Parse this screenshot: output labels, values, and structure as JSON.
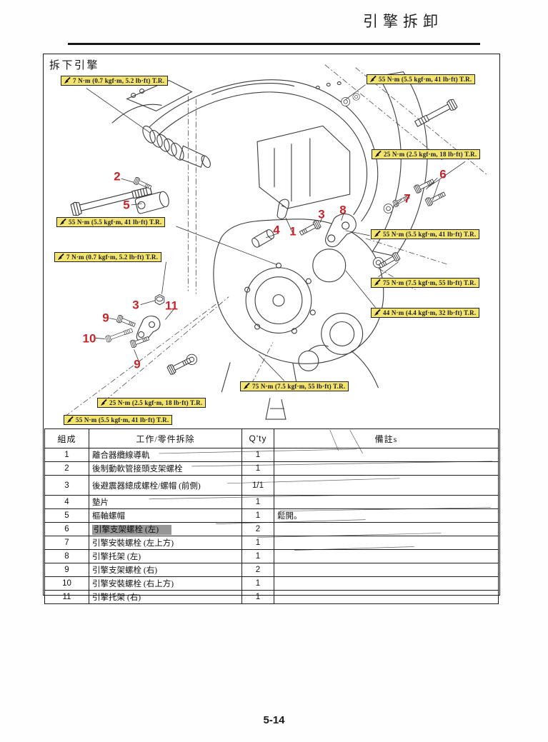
{
  "page": {
    "title": "引擎拆卸",
    "page_number": "5-14"
  },
  "figure": {
    "heading": "拆下引擎",
    "torque_labels": [
      "7 N·m (0.7 kgf·m, 5.2 lb·ft) T.R.",
      "55 N·m (5.5 kgf·m, 41 lb·ft) T.R.",
      "25 N·m (2.5 kgf·m, 18 lb·ft) T.R.",
      "55 N·m (5.5 kgf·m, 41 lb·ft) T.R.",
      "7 N·m (0.7 kgf·m, 5.2 lb·ft) T.R.",
      "55 N·m (5.5 kgf·m, 41 lb·ft) T.R.",
      "75 N·m (7.5 kgf·m, 55 lb·ft) T.R.",
      "44 N·m (4.4 kgf·m, 32 lb·ft) T.R.",
      "75 N·m (7.5 kgf·m, 55 lb·ft) T.R.",
      "25 N·m (2.5 kgf·m, 18 lb·ft) T.R.",
      "55 N·m (5.5 kgf·m, 41 lb·ft) T.R."
    ],
    "callouts": [
      "2",
      "5",
      "6",
      "7",
      "3",
      "8",
      "4",
      "1",
      "3",
      "11",
      "9",
      "10",
      "9"
    ]
  },
  "table": {
    "headers": [
      "組成",
      "工作/零件拆除",
      "Q'ty",
      "備註s"
    ],
    "rows": [
      {
        "no": "1",
        "job": "離合器纜線導軌",
        "qty": "1",
        "remarks": ""
      },
      {
        "no": "2",
        "job": "後制動軟管接頭支架螺栓",
        "qty": "1",
        "remarks": ""
      },
      {
        "no": "3",
        "job": "後避震器總成螺栓/螺帽 (前側)",
        "qty": "1/1",
        "remarks": ""
      },
      {
        "no": "4",
        "job": "墊片",
        "qty": "1",
        "remarks": ""
      },
      {
        "no": "5",
        "job": "樞軸螺帽",
        "qty": "1",
        "remarks": "鬆開。"
      },
      {
        "no": "6",
        "job": "引擎支架螺栓 (左)",
        "qty": "2",
        "remarks": ""
      },
      {
        "no": "7",
        "job": "引擎安裝螺栓 (左上方)",
        "qty": "1",
        "remarks": ""
      },
      {
        "no": "8",
        "job": "引擎托架 (左)",
        "qty": "1",
        "remarks": ""
      },
      {
        "no": "9",
        "job": "引擎支架螺栓 (右)",
        "qty": "2",
        "remarks": ""
      },
      {
        "no": "10",
        "job": "引擎安裝螺栓 (右上方)",
        "qty": "1",
        "remarks": ""
      },
      {
        "no": "11",
        "job": "引擎托架 (右)",
        "qty": "1",
        "remarks": ""
      }
    ]
  },
  "colors": {
    "torque_label_bg": "#f2e46e",
    "callout_red": "#c5242b",
    "highlight_gray": "#969696"
  }
}
